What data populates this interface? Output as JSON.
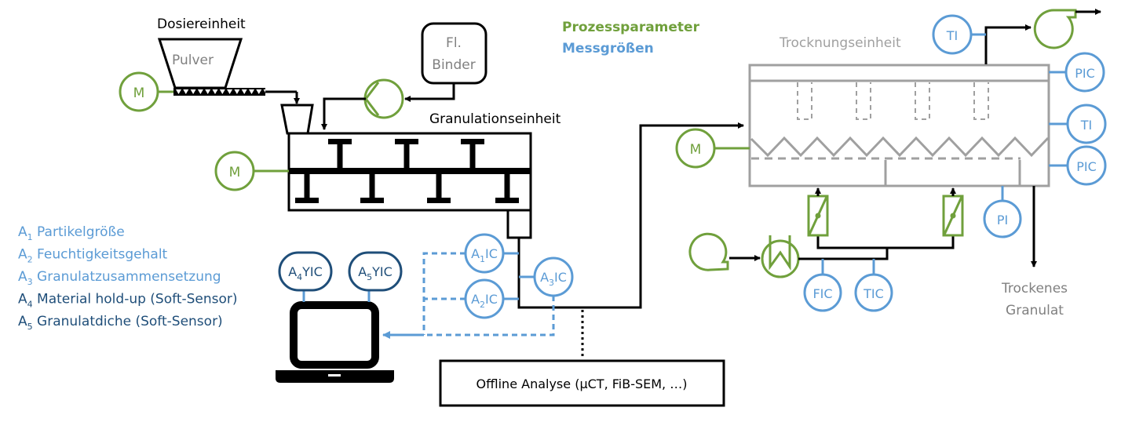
{
  "colors": {
    "process_parameter": "#70a03c",
    "measurement": "#5b9bd5",
    "soft_sensor": "#1f4e79",
    "equipment_gray": "#a0a0a0",
    "line_black": "#000000",
    "label_gray": "#808080"
  },
  "legend": {
    "process_parameter_label": "Prozessparameter",
    "measurement_label": "Messgrößen"
  },
  "units": {
    "dosing": "Dosiereinheit",
    "powder": "Pulver",
    "binder_line1": "Fl.",
    "binder_line2": "Binder",
    "granulation": "Granulationseinheit",
    "drying": "Trocknungseinheit",
    "product_line1": "Trockenes",
    "product_line2": "Granulat",
    "offline": "Offline Analyse (µCT, FiB-SEM, …)"
  },
  "motors": {
    "dosing_motor": "M",
    "granulator_motor": "M",
    "dryer_motor": "M"
  },
  "instruments": {
    "a1": {
      "prefix": "A",
      "sub": "1",
      "suffix": "IC"
    },
    "a2": {
      "prefix": "A",
      "sub": "2",
      "suffix": "IC"
    },
    "a3": {
      "prefix": "A",
      "sub": "3",
      "suffix": "IC"
    },
    "a4": {
      "prefix": "A",
      "sub": "4",
      "suffix": "YIC"
    },
    "a5": {
      "prefix": "A",
      "sub": "5",
      "suffix": "YIC"
    },
    "ti_top": "TI",
    "pic_top": "PIC",
    "ti_right": "TI",
    "pic_right": "PIC",
    "pi": "PI",
    "fic": "FIC",
    "tic": "TIC"
  },
  "attributes": [
    {
      "prefix": "A",
      "sub": "1",
      "text": "Partikelgröße",
      "kind": "measurement"
    },
    {
      "prefix": "A",
      "sub": "2",
      "text": "Feuchtigkeitsgehalt",
      "kind": "measurement"
    },
    {
      "prefix": "A",
      "sub": "3",
      "text": "Granulatzusammensetzung",
      "kind": "measurement"
    },
    {
      "prefix": "A",
      "sub": "4",
      "text": "Material hold-up (Soft-Sensor)",
      "kind": "soft_sensor"
    },
    {
      "prefix": "A",
      "sub": "5",
      "text": "Granulatdiche (Soft-Sensor)",
      "kind": "soft_sensor"
    }
  ]
}
